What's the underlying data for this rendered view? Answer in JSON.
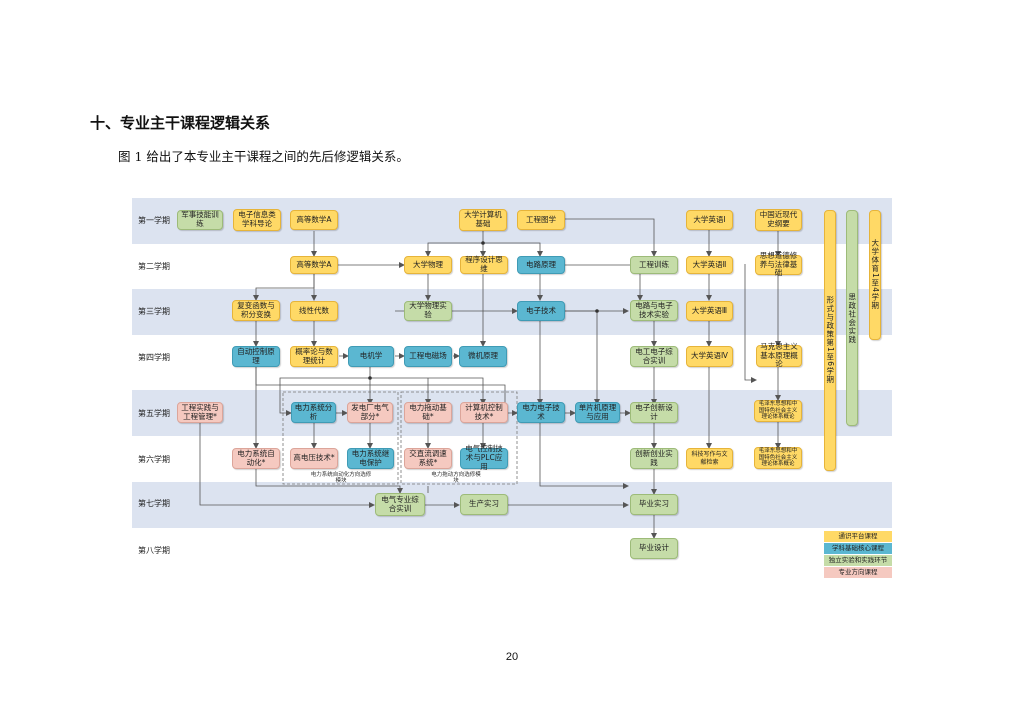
{
  "section_title": "十、专业主干课程逻辑关系",
  "intro": "图 1 给出了本专业主干课程之间的先后修逻辑关系。",
  "page_number": "20",
  "colors": {
    "band": "#DCE3F0",
    "yellow": "#FFD966",
    "blue": "#5BB7D1",
    "green": "#C5DCA8",
    "pink": "#F5C9C0",
    "line": "#555555"
  },
  "semesters": [
    "第一学期",
    "第二学期",
    "第三学期",
    "第四学期",
    "第五学期",
    "第六学期",
    "第七学期",
    "第八学期"
  ],
  "courses": {
    "military": "军事技能训练",
    "ee_intro": "电子信息类学科导论",
    "math_a1": "高等数学A",
    "cs_basics": "大学计算机基础",
    "eng_drawing": "工程图学",
    "english1": "大学英语Ⅰ",
    "modern_history": "中国近现代史纲要",
    "math_a2": "高等数学A",
    "physics": "大学物理",
    "programming": "程序设计思维",
    "circuit": "电路原理",
    "eng_training": "工程训练",
    "english2": "大学英语Ⅱ",
    "ethics_law": "思想道德修养与法律基础",
    "complex_func": "复变函数与积分变换",
    "linear_alg": "线性代数",
    "physics_lab": "大学物理实验",
    "electronics": "电子技术",
    "circuit_lab": "电路与电子技术实验",
    "english3": "大学英语Ⅲ",
    "auto_control": "自动控制原理",
    "prob_stats": "概率论与数理统计",
    "motors": "电机学",
    "em_fields": "工程电磁场",
    "microcomputer": "微机原理",
    "ee_lab": "电工电子综合实训",
    "english4": "大学英语Ⅳ",
    "marxism": "马克思主义基本原理概论",
    "eng_practice": "工程实践与工程管理*",
    "ps_analysis": "电力系统分析",
    "plant_electrical": "发电厂电气部分*",
    "power_drive": "电力拖动基础*",
    "computer_control": "计算机控制技术*",
    "power_electronics": "电力电子技术",
    "mcu": "单片机原理与应用",
    "innov_design": "电子创新设计",
    "mao_theory1": "毛泽东思想和中国特色社会主义理论体系概论",
    "ps_automation": "电力系统自动化*",
    "hv_tech": "高电压技术*",
    "relay_protection": "电力系统继电保护",
    "ac_speed": "交直流调速系统*",
    "plc": "电气控制技术与PLC应用",
    "innov_practice": "创新创业实践",
    "sci_writing": "科技写作与文献检索",
    "mao_theory2": "毛泽东思想和中国特色社会主义理论体系概论",
    "comprehensive_training": "电气专业综合实训",
    "production": "生产实习",
    "grad_intern": "毕业实习",
    "grad_design": "毕业设计",
    "situation_policy": "形式与政策第1至6学期",
    "social_practice": "思政社会实践",
    "pe": "大学体育1至4学期"
  },
  "group_captions": {
    "power": "电力系统自动化方向选修模块",
    "drive": "电力拖动方向选修模块"
  },
  "legend": [
    "通识平台课程",
    "学科基础核心课程",
    "独立实验和实践环节",
    "专业方向课程"
  ]
}
